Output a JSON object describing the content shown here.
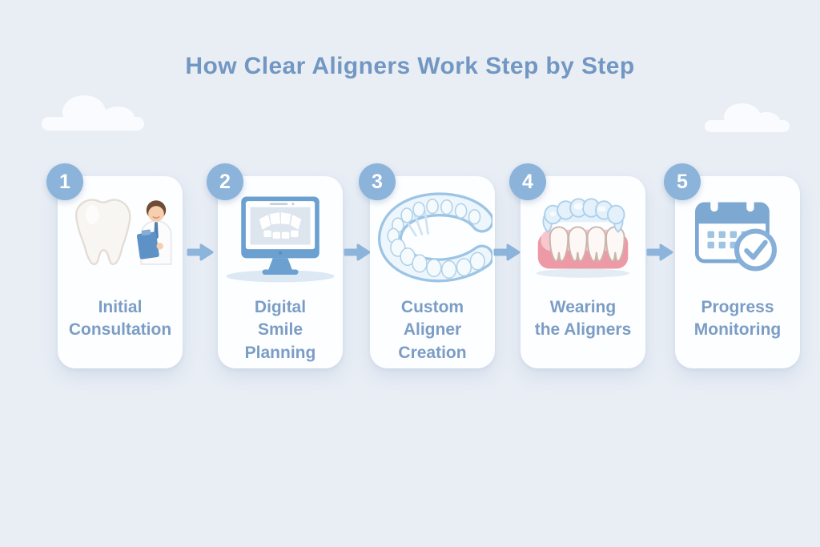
{
  "title": "How Clear Aligners Work Step by Step",
  "colors": {
    "background": "#e9eef5",
    "card": "#fdfeff",
    "accent_blue": "#8cb3da",
    "title_text": "#7297c2",
    "step_text": "#7b9dc5",
    "arrow": "#8db5dc",
    "gum_pink": "#ee9aa6",
    "aligner_blue": "#abd0ec"
  },
  "steps": [
    {
      "number": "1",
      "label": "Initial\nConsultation",
      "icon": "tooth-dentist-illustration"
    },
    {
      "number": "2",
      "label": "Digital\nSmile\nPlanning",
      "icon": "monitor-smile-illustration"
    },
    {
      "number": "3",
      "label": "Custom\nAligner\nCreation",
      "icon": "clear-aligner-illustration"
    },
    {
      "number": "4",
      "label": "Wearing\nthe Aligners",
      "icon": "teeth-with-aligner-illustration"
    },
    {
      "number": "5",
      "label": "Progress\nMonitoring",
      "icon": "calendar-check-illustration"
    }
  ],
  "arrow_icon": "arrow-right-icon",
  "decorations": [
    "cloud-left",
    "cloud-right"
  ]
}
